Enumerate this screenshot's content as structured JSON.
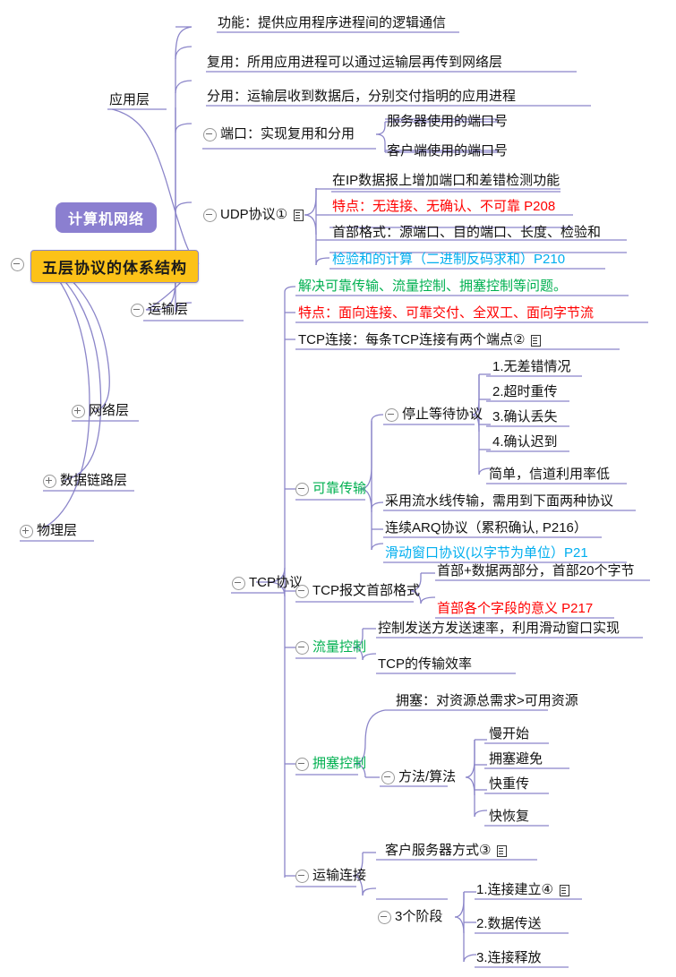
{
  "title": "计算机网络 — 五层协议的体系结构 思维导图",
  "colors": {
    "wire": "#8b85c9",
    "root_fill": "#fcc218",
    "cloud_fill": "#8b7fd0",
    "red": "#ff0000",
    "green": "#00b050",
    "blue": "#00aeef",
    "black": "#111111"
  },
  "root": {
    "label": "五层协议的体系结构",
    "cloud_label": "计算机网络",
    "toggle": "minus"
  },
  "layers": {
    "application": {
      "label": "应用层",
      "toggle": "none"
    },
    "transport": {
      "label": "运输层",
      "toggle": "minus"
    },
    "network": {
      "label": "网络层",
      "toggle": "plus"
    },
    "datalink": {
      "label": "数据链路层",
      "toggle": "plus"
    },
    "physical": {
      "label": "物理层",
      "toggle": "plus"
    }
  },
  "transport_children": {
    "function": "功能：提供应用程序进程间的逻辑通信",
    "multiplex": "复用：所用应用进程可以通过运输层再传到网络层",
    "demultiplex": "分用：运输层收到数据后，分别交付指明的应用进程",
    "port": {
      "label": "端口：实现复用和分用",
      "toggle": "minus",
      "children": [
        "服务器使用的端口号",
        "客户端使用的端口号"
      ]
    },
    "udp": {
      "label": "UDP协议①",
      "toggle": "minus",
      "note": true,
      "children": [
        {
          "text": "在IP数据报上增加端口和差错检测功能",
          "color": "black"
        },
        {
          "text": "特点：无连接、无确认、不可靠 P208",
          "color": "red"
        },
        {
          "text": "首部格式：源端口、目的端口、长度、检验和",
          "color": "black"
        },
        {
          "text": "检验和的计算（二进制反码求和）P210",
          "color": "blue"
        }
      ]
    },
    "tcp": {
      "label": "TCP协议",
      "toggle": "minus",
      "children": [
        {
          "text": "解决可靠传输、流量控制、拥塞控制等问题。",
          "color": "green"
        },
        {
          "text": "特点：面向连接、可靠交付、全双工、面向字节流",
          "color": "red"
        },
        {
          "text": "TCP连接：每条TCP连接有两个端点②",
          "color": "black",
          "note": true
        }
      ],
      "reliable": {
        "label": "可靠传输",
        "color": "green",
        "toggle": "minus",
        "stopwait": {
          "label": "停止等待协议",
          "toggle": "minus",
          "children": [
            "1.无差错情况",
            "2.超时重传",
            "3.确认丢失",
            "4.确认迟到",
            "简单，信道利用率低"
          ]
        },
        "others": [
          {
            "text": "采用流水线传输，需用到下面两种协议",
            "color": "black"
          },
          {
            "text": "连续ARQ协议（累积确认, P216）",
            "color": "black"
          },
          {
            "text": "滑动窗口协议(以字节为单位）P21",
            "color": "blue"
          }
        ]
      },
      "header": {
        "label": "TCP报文首部格式",
        "toggle": "minus",
        "children": [
          {
            "text": "首部+数据两部分，首部20个字节",
            "color": "black"
          },
          {
            "text": "首部各个字段的意义 P217",
            "color": "red"
          }
        ]
      },
      "flow": {
        "label": "流量控制",
        "color": "green",
        "toggle": "minus",
        "children": [
          {
            "text": "控制发送方发送速率，利用滑动窗口实现",
            "color": "black"
          },
          {
            "text": "TCP的传输效率",
            "color": "black"
          }
        ]
      },
      "congestion": {
        "label": "拥塞控制",
        "color": "green",
        "toggle": "minus",
        "children": [
          {
            "text": "拥塞：对资源总需求>可用资源",
            "color": "black"
          }
        ],
        "methods": {
          "label": "方法/算法",
          "toggle": "minus",
          "children": [
            "慢开始",
            "拥塞避免",
            "快重传",
            "快恢复"
          ]
        }
      },
      "connection": {
        "label": "运输连接",
        "toggle": "minus",
        "children": [
          {
            "text": "客户服务器方式③",
            "color": "black",
            "note": true
          }
        ],
        "phases": {
          "label": "3个阶段",
          "toggle": "minus",
          "children": [
            {
              "text": "1.连接建立④",
              "note": true
            },
            {
              "text": "2.数据传送",
              "note": false
            },
            {
              "text": "3.连接释放",
              "note": false
            }
          ]
        }
      }
    }
  }
}
